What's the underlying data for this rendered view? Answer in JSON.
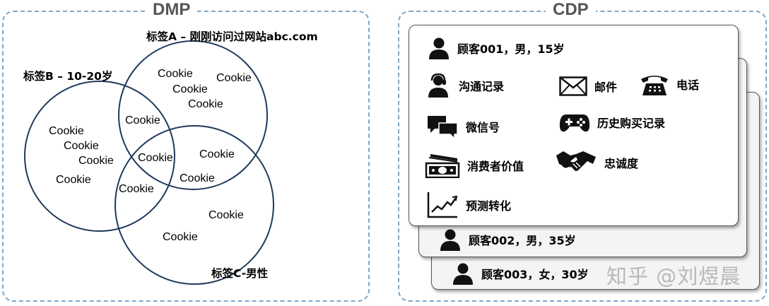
{
  "dmp": {
    "title": "DMP",
    "label_a": "标签A – 刚刚访问过网站abc.com",
    "label_b": "标签B – 10-20岁",
    "label_c": "标签C-男性",
    "cookie": "Cookie"
  },
  "cdp": {
    "title": "CDP",
    "customers": [
      "顾客001，男，15岁",
      "顾客002，男，35岁",
      "顾客003，女，30岁"
    ],
    "items": {
      "communication": "沟通记录",
      "email": "邮件",
      "phone": "电话",
      "wechat": "微信号",
      "purchase": "历史购买记录",
      "value": "消费者价值",
      "loyalty": "忠诚度",
      "forecast": "预测转化"
    }
  },
  "watermark": "知乎 @刘煜晨"
}
